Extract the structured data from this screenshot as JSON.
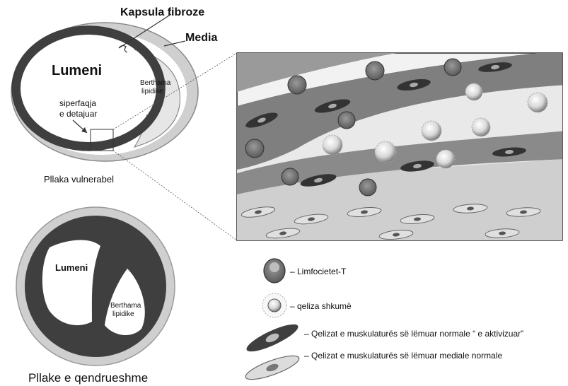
{
  "top_plaque": {
    "capsule_label": "Kapsula fibroze",
    "media_label": "Media",
    "lumen_label": "Lumeni",
    "lipid_core_label_line1": "Berthama",
    "lipid_core_label_line2": "lipidike",
    "surface_label_line1": "siperfaqja",
    "surface_label_line2": "e detajuar",
    "caption": "Pllaka vulnerabel"
  },
  "bottom_plaque": {
    "lumen_label": "Lumeni",
    "lipid_core_label_line1": "Berthama",
    "lipid_core_label_line2": "lipidike",
    "caption": "Pllake e qendrueshme"
  },
  "legend": {
    "items": [
      {
        "symbol": "t-lymphocyte-icon",
        "label": "– Limfocietet-T"
      },
      {
        "symbol": "foam-cell-icon",
        "label": "– qeliza shkumë"
      },
      {
        "symbol": "activated-smooth-muscle-cell-icon",
        "label": "– Qelizat e muskulaturës së lëmuar normale “ e aktivizuar”"
      },
      {
        "symbol": "medial-smooth-muscle-cell-icon",
        "label": "– Qelizat e muskulaturës së lëmuar  mediale normale"
      }
    ]
  },
  "colors": {
    "dark": "#3f3f3f",
    "mid": "#8a8a8a",
    "light": "#c9c9c9",
    "paper": "#ffffff"
  }
}
